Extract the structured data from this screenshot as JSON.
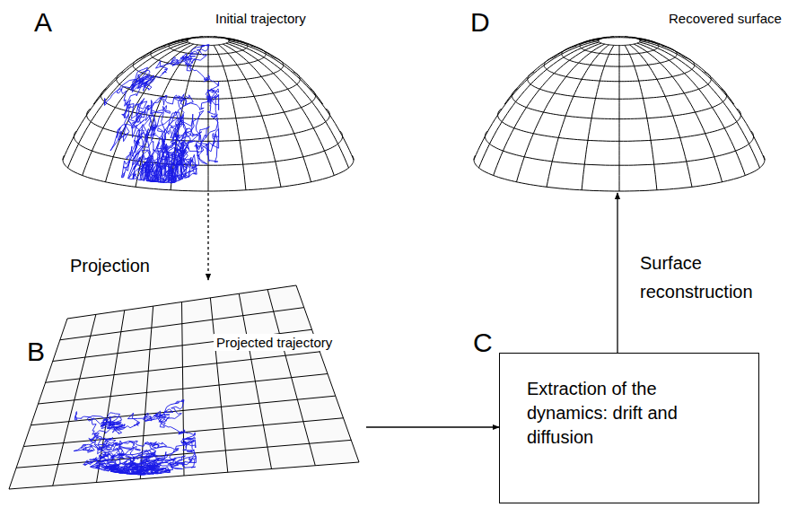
{
  "diagram": {
    "nodes": [
      {
        "text": [
          "Initial trajectory"
        ]
      },
      {
        "text": [
          "Recovered surface"
        ]
      },
      {
        "text": [
          "Projected trajectory"
        ]
      },
      {
        "text": [
          "Extraction of the dynamics: drift and diffusion"
        ]
      }
    ],
    "edges": [
      {
        "from": 0,
        "to": 2,
        "arrow": "to",
        "label": "Projection"
      },
      {
        "from": 2,
        "to": 3,
        "arrow": "to"
      },
      {
        "from": 3,
        "to": 1,
        "arrow": "to",
        "label": "Surface reconstruction"
      }
    ],
    "labels": [
      "A",
      "B",
      "C",
      "D"
    ]
  }
}
